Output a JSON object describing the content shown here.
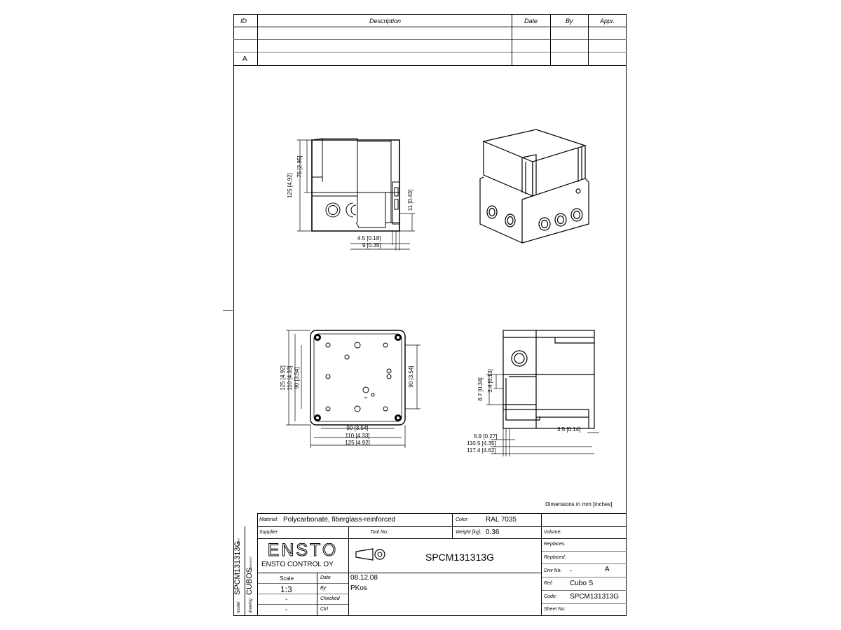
{
  "revision_table": {
    "headers": {
      "id": "ID",
      "description": "Description",
      "date": "Date",
      "by": "By",
      "appr": "Appr."
    },
    "rows": [
      {
        "id": ""
      },
      {
        "id": ""
      },
      {
        "id": "A"
      }
    ]
  },
  "views": {
    "side_top": {
      "d125": "125  [4.92]",
      "d75": "75  [2.95]",
      "d11": "11  [0.43]",
      "d45": "4.5  [0.18]",
      "d9": "9  [0.35]"
    },
    "front": {
      "d125": "125  [4.92]",
      "d110": "110  [4.33]",
      "d90v": "90  [3.54]",
      "d90r": "90  [3.54]",
      "d90h": "90  [3.54]",
      "d110h": "110  [4.33]",
      "d125h": "125  [4.92]"
    },
    "side_bottom": {
      "d87": "8.7  [0.34]",
      "d34": "3.4  [0.13]",
      "d35": "3.5  [0.14]",
      "d69": "6.9  [0.27]",
      "d1105": "110.5  [4.35]",
      "d1174": "117.4  [4.62]"
    }
  },
  "dimensions_note": "Dimensions in mm [inches]",
  "title_block": {
    "material_label": "Material:",
    "material_value": "Polycarbonate, fiberglass-reinforced",
    "color_label": "Color:",
    "color_value": "RAL 7035",
    "supplier_label": "Supplier:",
    "tool_label": "Tool No:",
    "weight_label": "Weight [kg]:",
    "weight_value": "0.36",
    "volume_label": "Volume:",
    "replaces_label": "Replaces:",
    "replaced_label": "Replaced:",
    "drw_label": "Drw No:",
    "drw_value": "-",
    "drw_rev": "A",
    "ref_label": "Ref:",
    "ref_value": "Cubo S",
    "code_label": "Code:",
    "code_value": "SPCM131313G",
    "sheet_label": "Sheet No:",
    "logo_text": "ENSTO",
    "company": "ENSTO CONTROL OY",
    "part_number": "SPCM131313G",
    "scale_label": "Scale",
    "scale_value": "1:3",
    "scale_dash1": "-",
    "scale_dash2": "-",
    "date_label": "Date",
    "date_value": "08.12.08",
    "by_label": "By",
    "by_value": "PKos",
    "checked_label": "Checked",
    "ctrl_label": "Ctrl",
    "side_part": "SPCM131313G",
    "side_part_tag": "PART",
    "side_drawing": "CUBOS",
    "side_drawing_tag": "DRAWING",
    "side_model": "model",
    "side_drawing_label": "drawing"
  }
}
